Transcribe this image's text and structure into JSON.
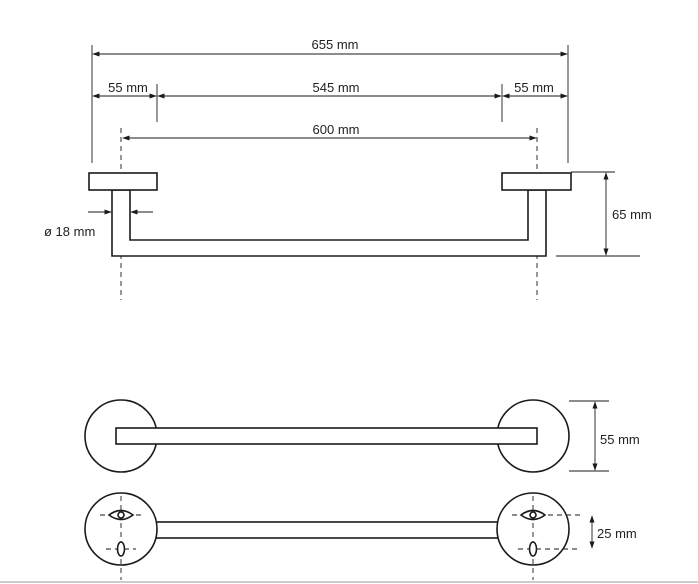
{
  "dimensions": {
    "overall_length": "655 mm",
    "left_flange_width": "55 mm",
    "inner_length": "545 mm",
    "right_flange_width": "55 mm",
    "center_distance": "600 mm",
    "projection_depth": "65 mm",
    "bar_diameter": "ø 18 mm",
    "rosette_diameter": "55 mm",
    "mount_spacing": "25 mm"
  }
}
